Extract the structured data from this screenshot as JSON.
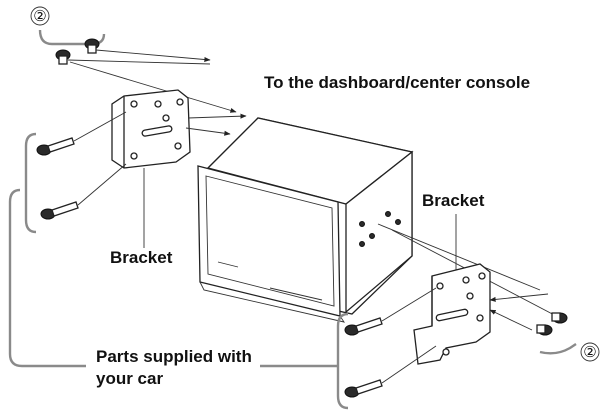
{
  "labels": {
    "callout_top": "②",
    "callout_bottom": "②",
    "destination": "To the dashboard/center console",
    "bracket_left": "Bracket",
    "bracket_right": "Bracket",
    "parts_line1": "Parts supplied with",
    "parts_line2": "your car"
  },
  "icons": [
    "screw-icon",
    "bolt-icon",
    "bracket-icon",
    "head-unit-icon",
    "arrow-icon"
  ],
  "colors": {
    "ink": "#222222",
    "bracket_grey": "#8a8a8a",
    "background": "#ffffff"
  }
}
